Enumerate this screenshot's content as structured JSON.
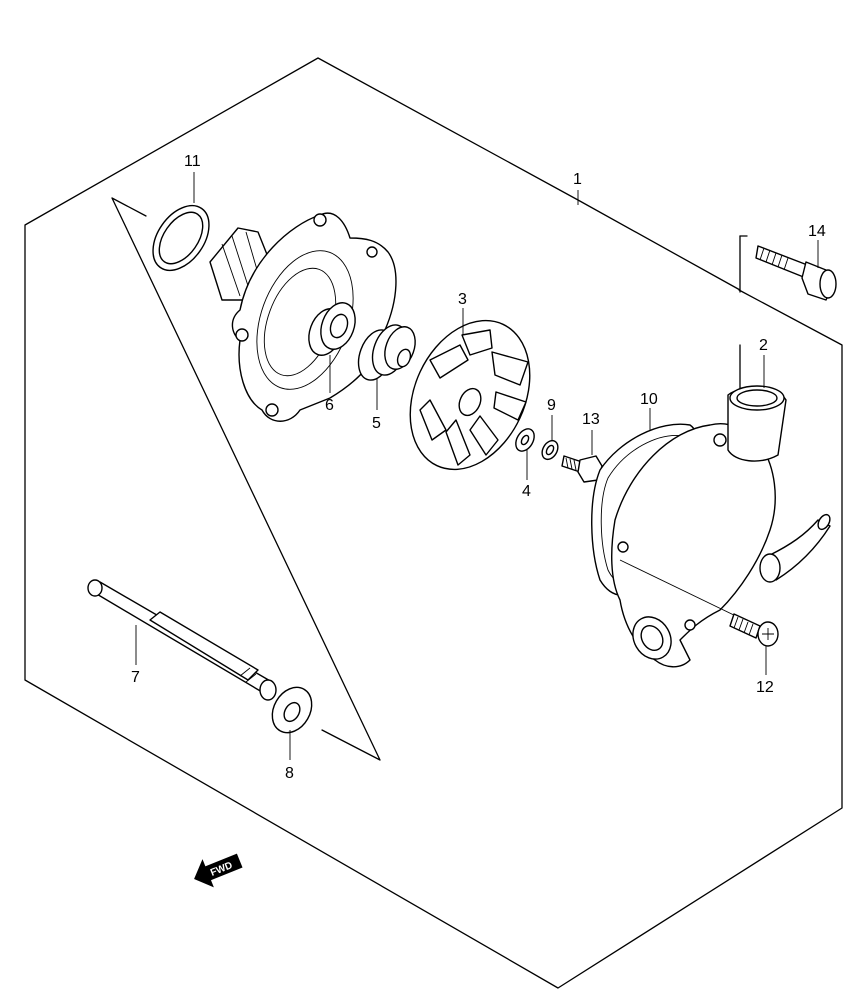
{
  "callouts": [
    {
      "id": "p1",
      "label": "1"
    },
    {
      "id": "p2",
      "label": "2"
    },
    {
      "id": "p3",
      "label": "3"
    },
    {
      "id": "p4",
      "label": "4"
    },
    {
      "id": "p5",
      "label": "5"
    },
    {
      "id": "p6",
      "label": "6"
    },
    {
      "id": "p7",
      "label": "7"
    },
    {
      "id": "p8",
      "label": "8"
    },
    {
      "id": "p9",
      "label": "9"
    },
    {
      "id": "p10",
      "label": "10"
    },
    {
      "id": "p11",
      "label": "11"
    },
    {
      "id": "p12",
      "label": "12"
    },
    {
      "id": "p13",
      "label": "13"
    },
    {
      "id": "p14",
      "label": "14"
    }
  ],
  "fwd_arrow": {
    "label": "FWD"
  },
  "colors": {
    "line": "#000000",
    "background": "#ffffff"
  }
}
